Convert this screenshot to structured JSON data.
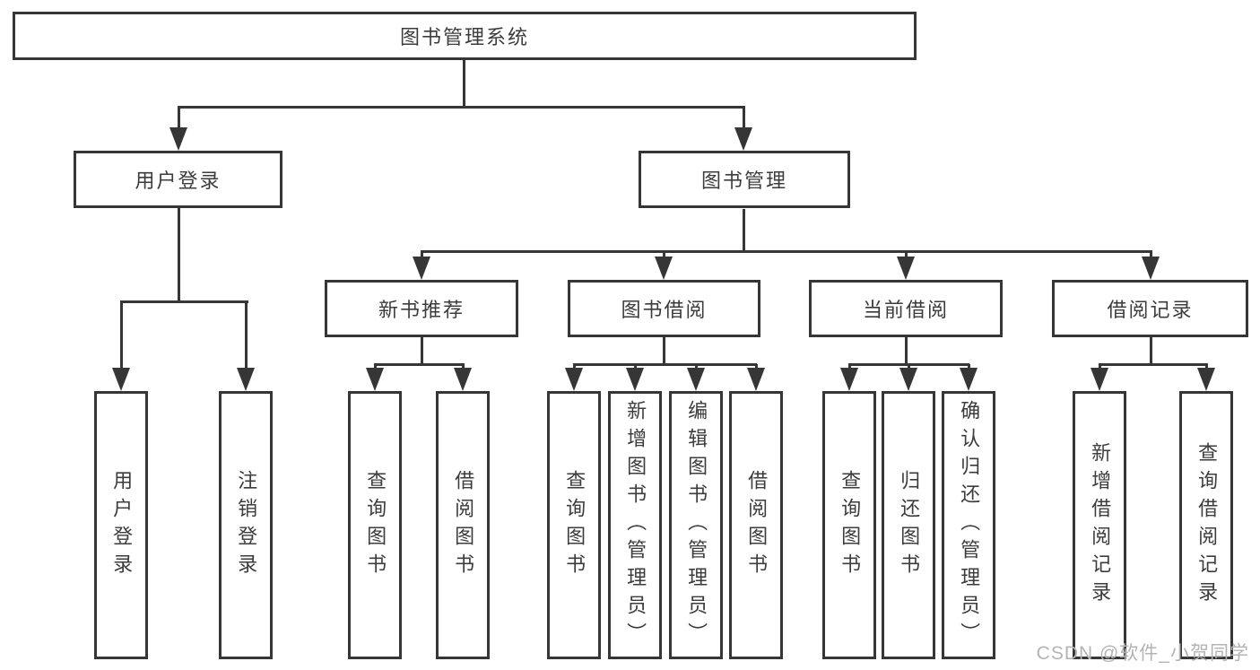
{
  "diagram_title": "图书管理系统",
  "tree": {
    "label": "图书管理系统",
    "children": [
      {
        "label": "用户登录",
        "children": [
          {
            "label": "用户登录"
          },
          {
            "label": "注销登录"
          }
        ]
      },
      {
        "label": "图书管理",
        "children": [
          {
            "label": "新书推荐",
            "children": [
              {
                "label": "查询图书"
              },
              {
                "label": "借阅图书"
              }
            ]
          },
          {
            "label": "图书借阅",
            "children": [
              {
                "label": "查询图书"
              },
              {
                "label": "新增图书（管理员）"
              },
              {
                "label": "编辑图书（管理员）"
              },
              {
                "label": "借阅图书"
              }
            ]
          },
          {
            "label": "当前借阅",
            "children": [
              {
                "label": "查询图书"
              },
              {
                "label": "归还图书"
              },
              {
                "label": "确认归还（管理员）"
              }
            ]
          },
          {
            "label": "借阅记录",
            "children": [
              {
                "label": "新增借阅记录"
              },
              {
                "label": "查询借阅记录"
              }
            ]
          }
        ]
      }
    ]
  },
  "watermark": {
    "text": "CSDN @软件_小贺同学"
  },
  "colors": {
    "line": "#363636",
    "box_border": "#363636",
    "text": "#3c3c3c",
    "watermark": "#b4b4b4",
    "background": "#ffffff"
  }
}
